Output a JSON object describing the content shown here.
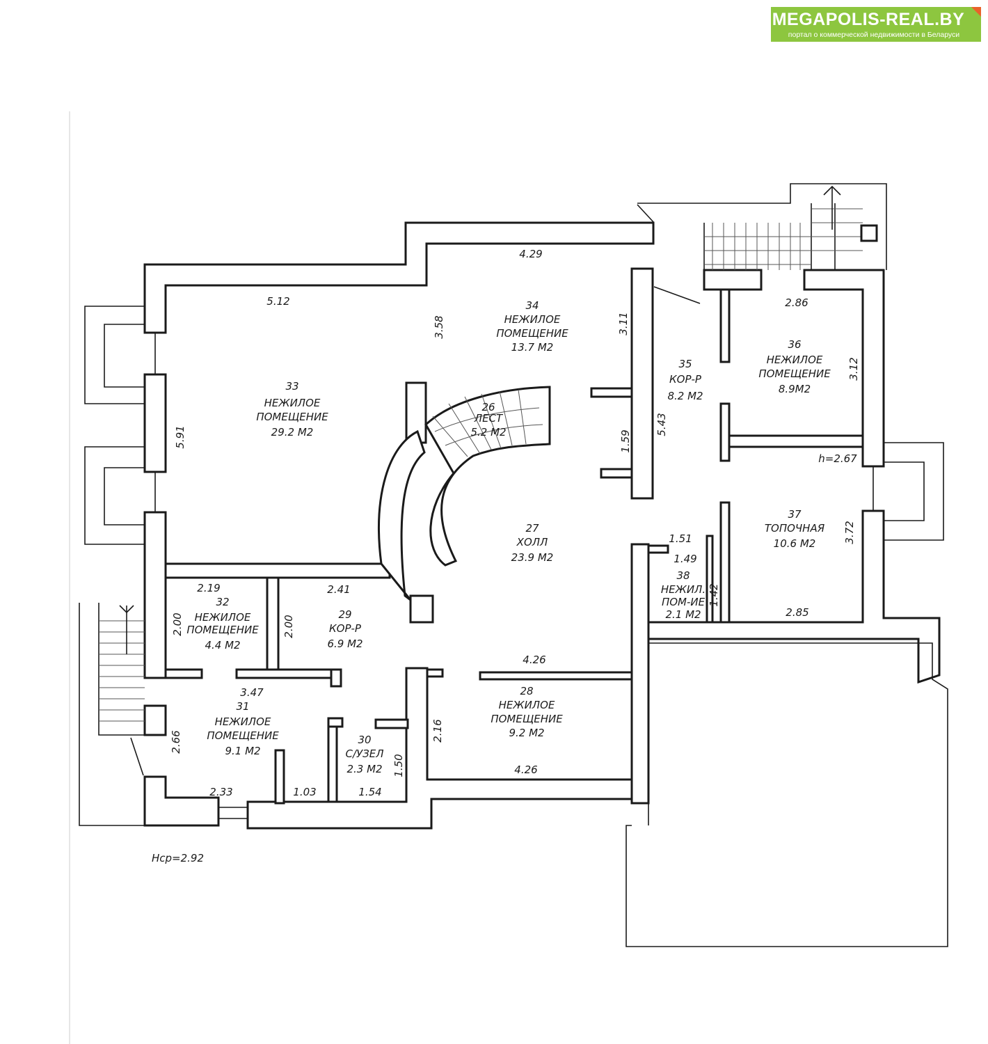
{
  "logo": {
    "name": "MEGAPOLIS-REAL.BY",
    "tagline": "портал о коммерческой недвижимости в Беларуси",
    "color": "#8dc63f",
    "accent": "#e9622b"
  },
  "rooms": [
    {
      "num": "33",
      "l1": "НЕЖИЛОЕ",
      "l2": "ПОМЕЩЕНИЕ",
      "area": "29.2 М2"
    },
    {
      "num": "34",
      "l1": "НЕЖИЛОЕ",
      "l2": "ПОМЕЩЕНИЕ",
      "area": "13.7 М2"
    },
    {
      "num": "35",
      "l1": "КОР-Р",
      "l2": "",
      "area": "8.2 М2"
    },
    {
      "num": "36",
      "l1": "НЕЖИЛОЕ",
      "l2": "ПОМЕЩЕНИЕ",
      "area": "8.9М2"
    },
    {
      "num": "26",
      "l1": "ЛЕСТ",
      "l2": "",
      "area": "5.2 М2"
    },
    {
      "num": "27",
      "l1": "ХОЛЛ",
      "l2": "",
      "area": "23.9 М2"
    },
    {
      "num": "37",
      "l1": "ТОПОЧНАЯ",
      "l2": "",
      "area": "10.6 М2"
    },
    {
      "num": "38",
      "l1": "НЕЖИЛ.",
      "l2": "ПОМ-ИЕ",
      "area": "2.1 М2"
    },
    {
      "num": "32",
      "l1": "НЕЖИЛОЕ",
      "l2": "ПОМЕЩЕНИЕ",
      "area": "4.4 М2"
    },
    {
      "num": "29",
      "l1": "КОР-Р",
      "l2": "",
      "area": "6.9 М2"
    },
    {
      "num": "28",
      "l1": "НЕЖИЛОЕ",
      "l2": "ПОМЕЩЕНИЕ",
      "area": "9.2 М2"
    },
    {
      "num": "31",
      "l1": "НЕЖИЛОЕ",
      "l2": "ПОМЕЩЕНИЕ",
      "area": "9.1 М2"
    },
    {
      "num": "30",
      "l1": "С/УЗЕЛ",
      "l2": "",
      "area": "2.3 М2"
    }
  ],
  "dimensions": [
    "4.29",
    "5.12",
    "3.58",
    "3.11",
    "2.86",
    "3.12",
    "5.91",
    "1.59",
    "5.43",
    "h=2.67",
    "3.72",
    "1.51",
    "1.49",
    "1.42",
    "2.85",
    "2.19",
    "2.00",
    "2.41",
    "2.00",
    "4.26",
    "3.47",
    "2.66",
    "2.16",
    "1.50",
    "4.26",
    "2.33",
    "1.03",
    "1.54"
  ],
  "avg_height": "Нср=2.92"
}
